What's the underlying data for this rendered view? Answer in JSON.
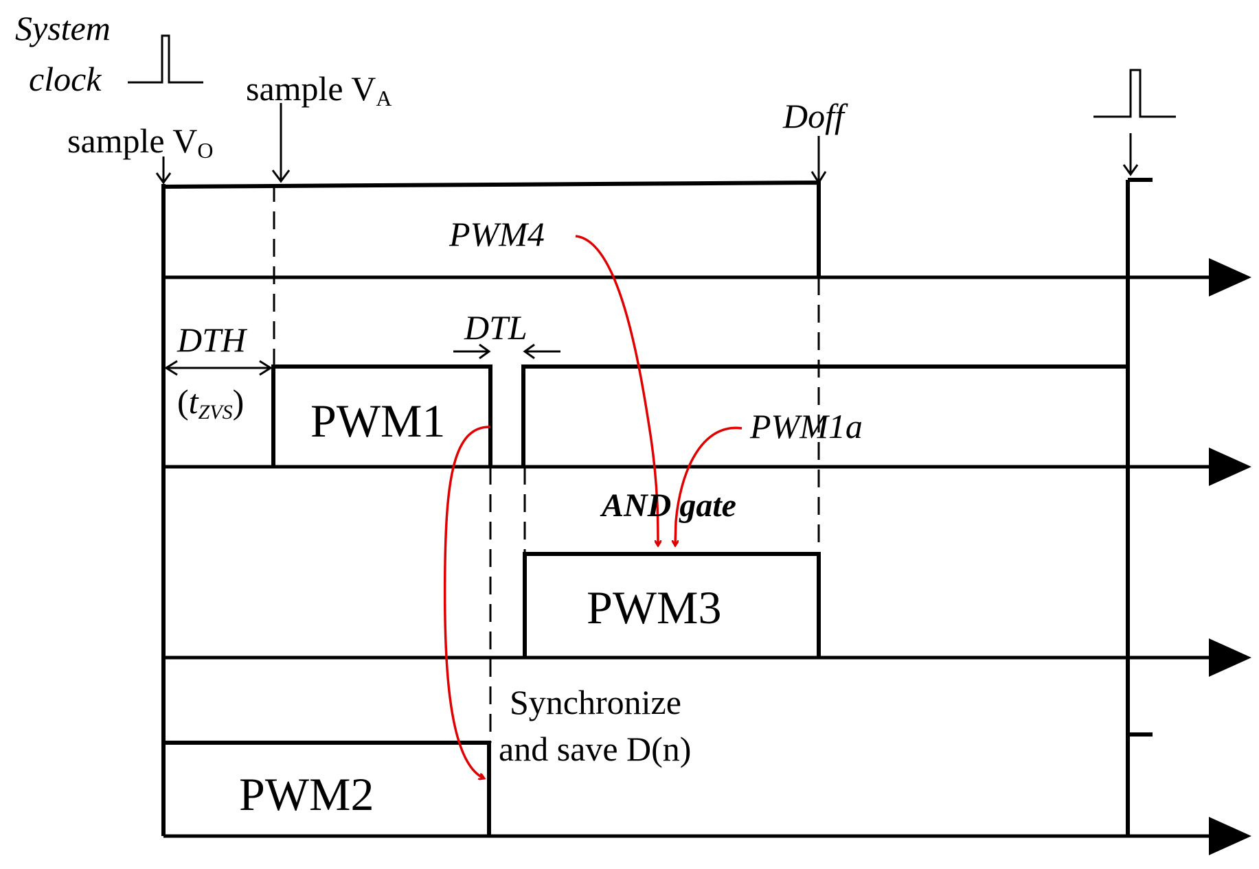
{
  "labels": {
    "system": "System",
    "clock": "clock",
    "sample_va_main": "sample V",
    "sample_va_sub": "A",
    "sample_vo_main": "sample V",
    "sample_vo_sub": "O",
    "doff": "Doff",
    "pwm4": "PWM4",
    "dth": "DTH",
    "tzvs_open": "(",
    "tzvs_t": "t",
    "tzvs_sub": "ZVS",
    "tzvs_close": ")",
    "dtl": "DTL",
    "pwm1": "PWM1",
    "pwm1a": "PWM1a",
    "and_gate": "AND gate",
    "pwm3": "PWM3",
    "sync_line1": "Synchronize",
    "sync_line2": "and save D(n)",
    "pwm2": "PWM2"
  },
  "colors": {
    "signal": "#000000",
    "annotation_arrow": "#e00000",
    "background": "#ffffff"
  }
}
